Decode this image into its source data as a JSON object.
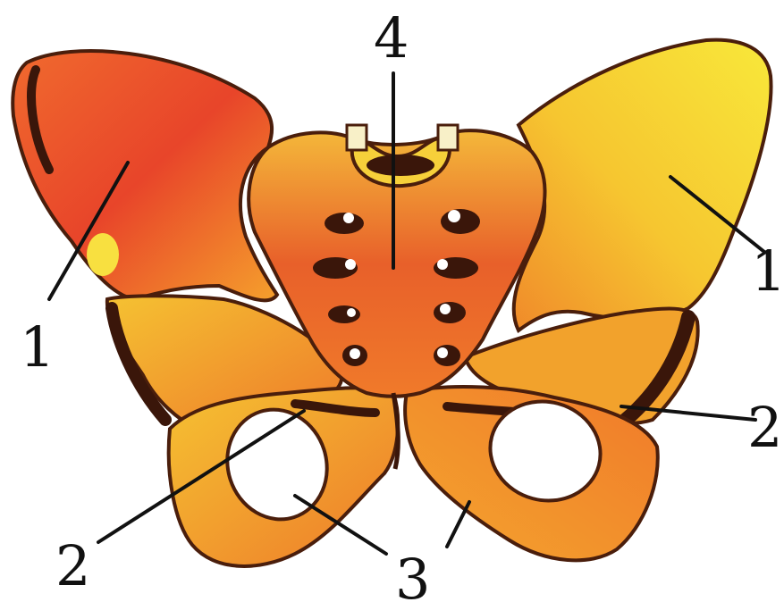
{
  "labels": {
    "ilium_left": "1",
    "ilium_right": "1",
    "pubis_left": "2",
    "pubis_right": "2",
    "ischium_left": "3",
    "ischium_right": "3",
    "sacrum": "4"
  },
  "colors": {
    "bone_fill_red": "#e8552a",
    "bone_fill_orange": "#f39a2a",
    "bone_fill_yellow": "#f8de3a",
    "outline": "#5a2a12",
    "foramen": "#ffffff",
    "label": "#111111"
  }
}
